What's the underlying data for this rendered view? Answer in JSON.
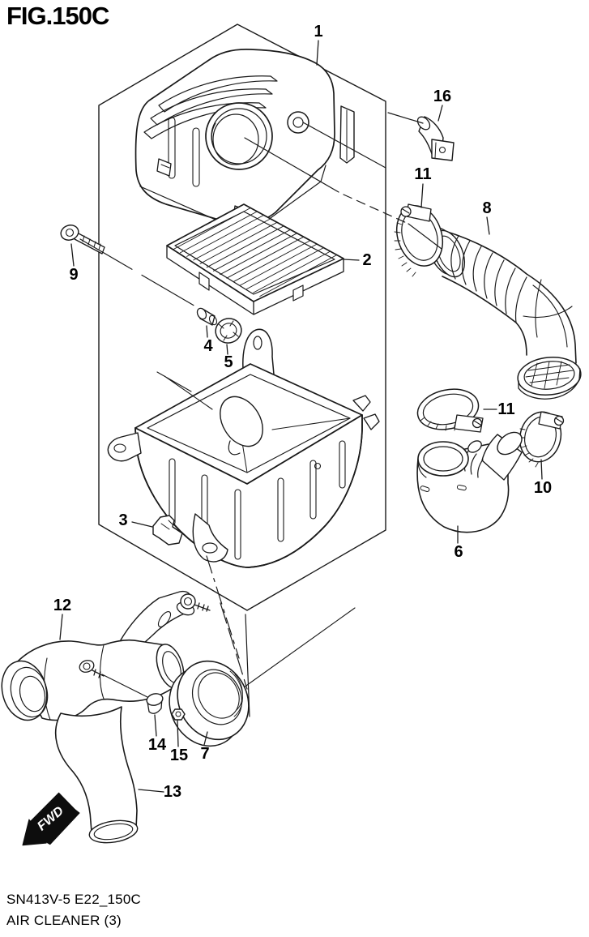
{
  "figure": {
    "title": "FIG.150C",
    "fwd_label": "FWD",
    "footer": {
      "model_code": "SN413V-5 E22_150C",
      "caption": "AIR CLEANER (3)"
    }
  },
  "callouts": {
    "c1": "1",
    "c2": "2",
    "c3": "3",
    "c4": "4",
    "c5": "5",
    "c6": "6",
    "c7": "7",
    "c8": "8",
    "c9": "9",
    "c10": "10",
    "c11a": "11",
    "c11b": "11",
    "c12": "12",
    "c13": "13",
    "c14": "14",
    "c15": "15",
    "c16": "16"
  },
  "colors": {
    "line": "#1a1a1a",
    "background": "#ffffff",
    "text": "#000000"
  }
}
